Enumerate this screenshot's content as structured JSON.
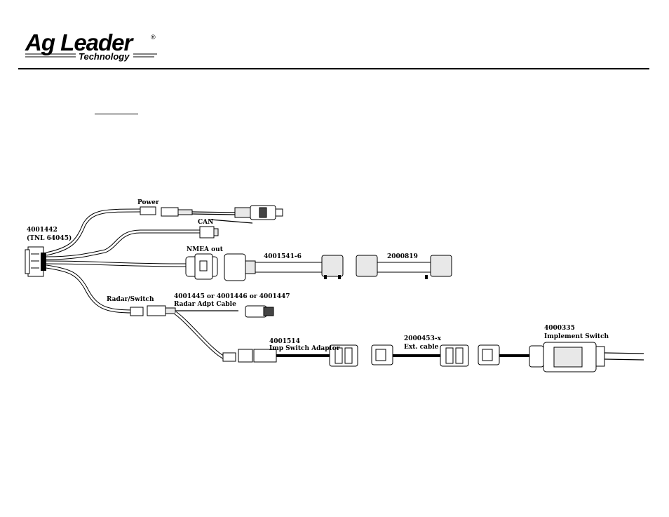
{
  "logo": {
    "brand": "Ag Leader",
    "sub": "Technology",
    "reg": "®"
  },
  "labels": {
    "main_part": "4001442",
    "main_part_sub": "(TNL 64045)",
    "power": "Power",
    "can": "CAN",
    "nmea": "NMEA out",
    "cable_4001541": "4001541-6",
    "cable_2000819": "2000819",
    "radar_switch": "Radar/Switch",
    "radar_adpt_part": "4001445 or 4001446 or 4001447",
    "radar_adpt_name": "Radar Adpt Cable",
    "switch_adaptor_part": "4001514",
    "switch_adaptor_name": "Imp Switch Adaptor",
    "ext_cable_part": "2000453-x",
    "ext_cable_name": "Ext. cable",
    "implement_switch_part": "4000335",
    "implement_switch_name": "Implement Switch"
  }
}
